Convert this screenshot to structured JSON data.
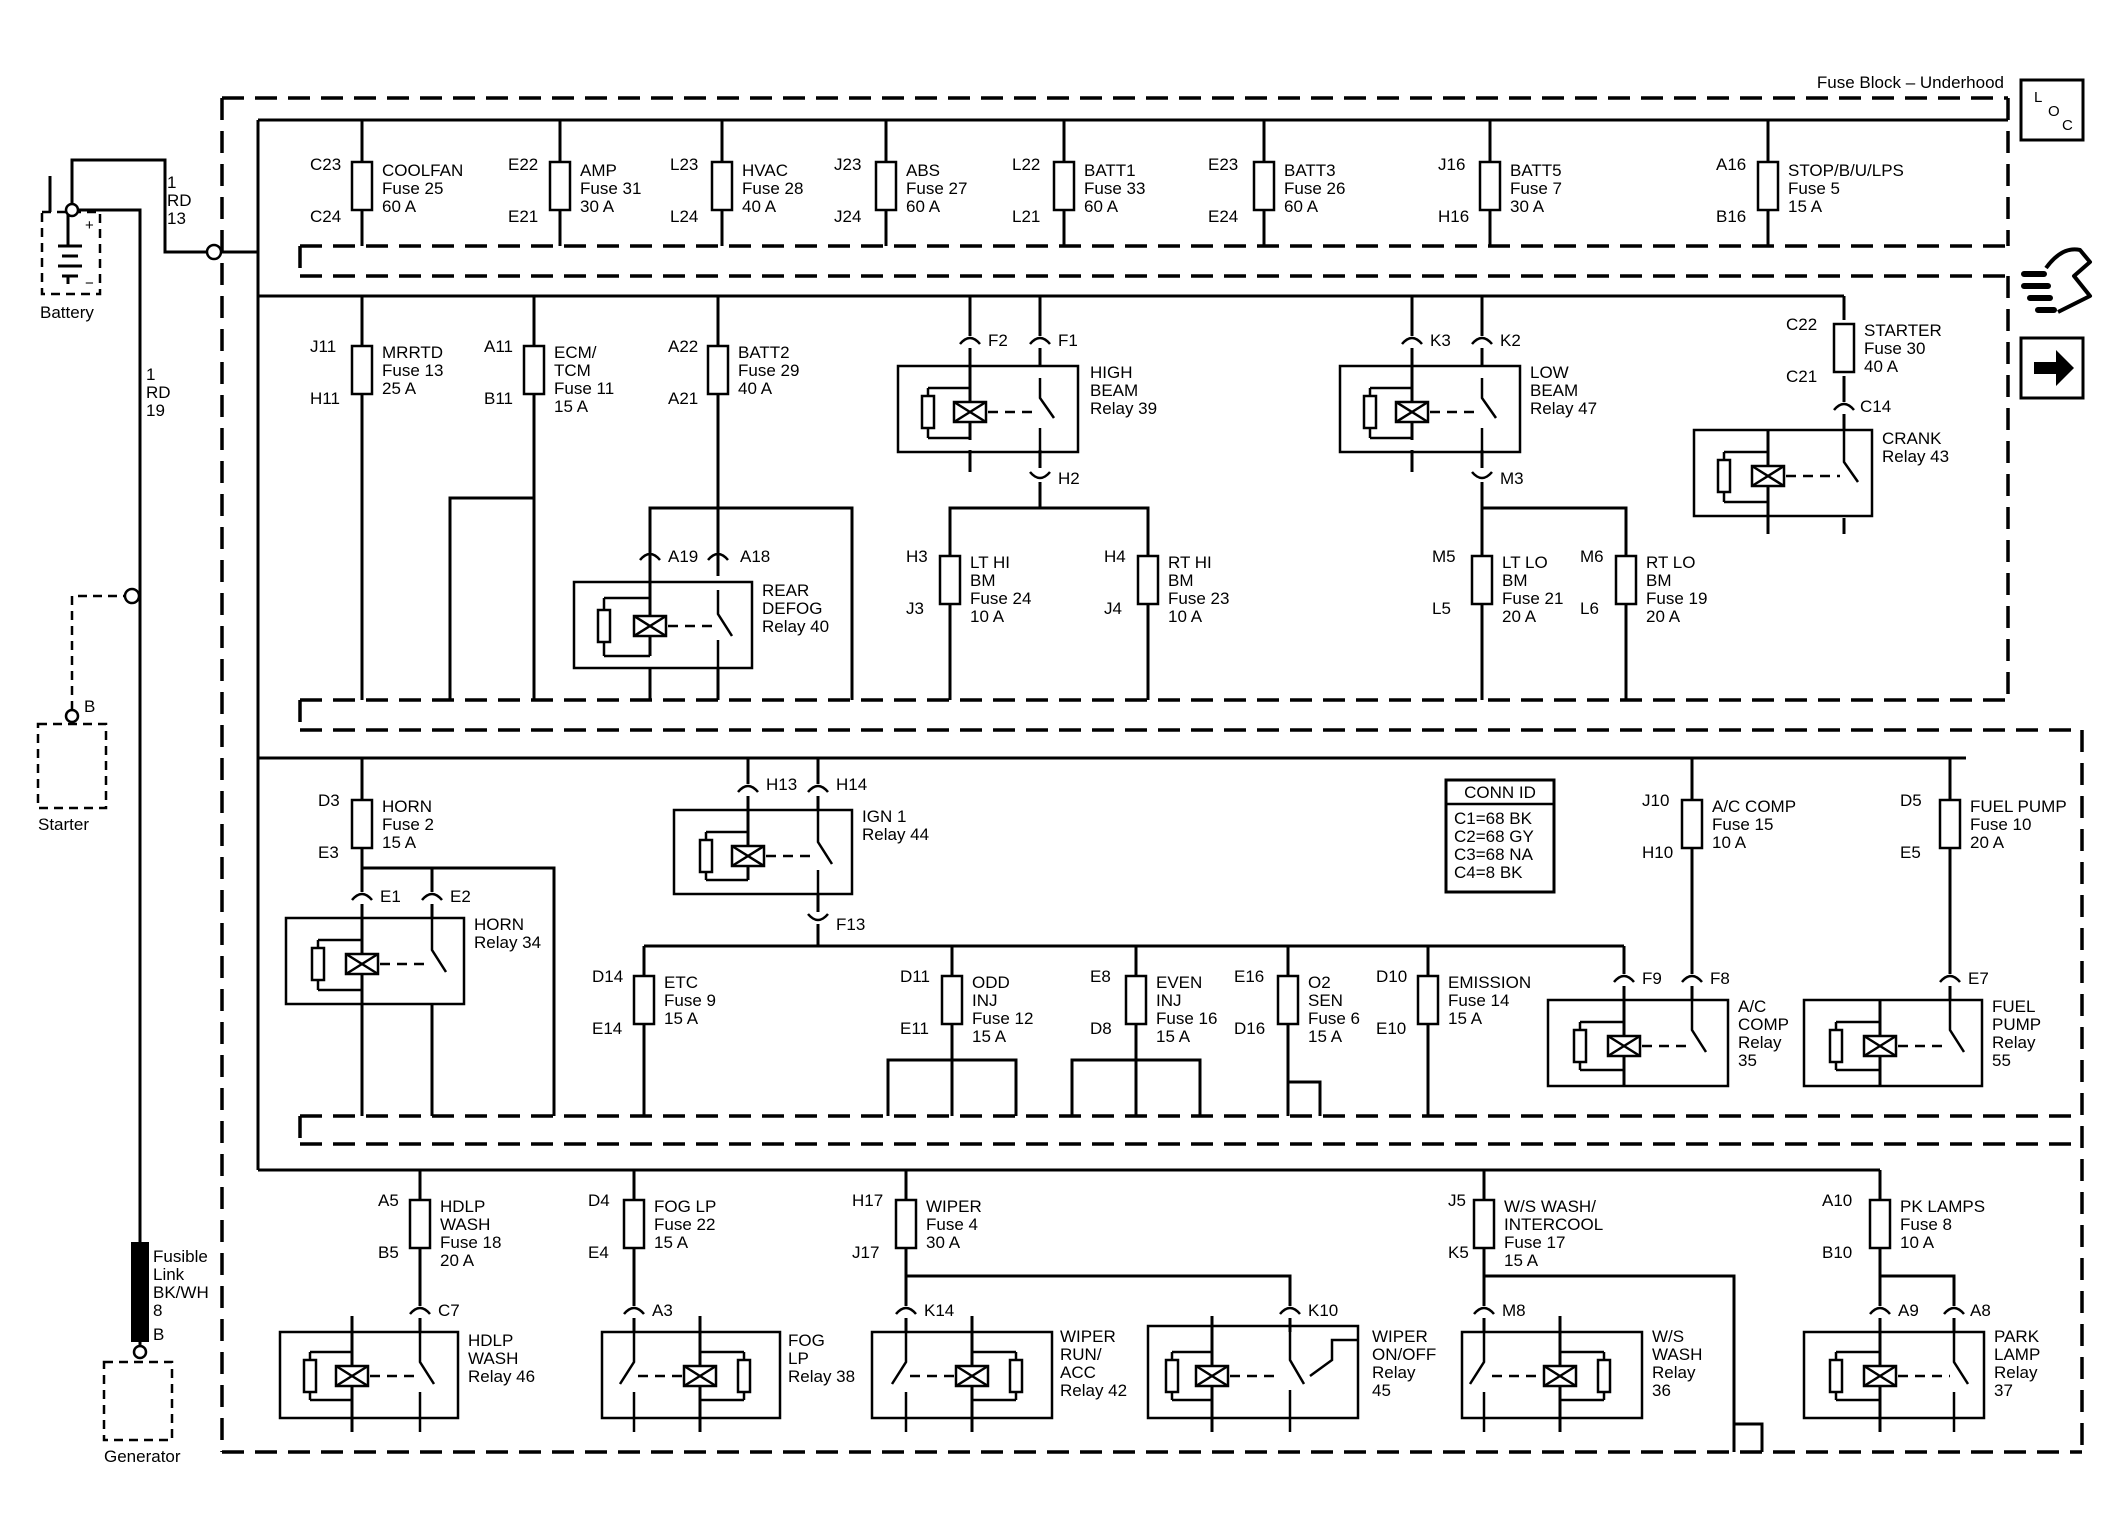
{
  "block_title": "Fuse Block – Underhood",
  "loc_badge": [
    "L",
    "O",
    "C"
  ],
  "icons": [
    "loc-icon",
    "hand-pointer-icon",
    "arrow-right-icon",
    "battery-icon",
    "starter-icon",
    "generator-icon"
  ],
  "components": {
    "battery": "Battery",
    "starter": "Starter",
    "generator": "Generator",
    "starter_term": "B",
    "gen_term": "B",
    "wire_top": [
      "1",
      "RD",
      "13"
    ],
    "wire_side": [
      "1",
      "RD",
      "19"
    ],
    "fusible_link": [
      "Fusible",
      "Link",
      "BK/WH",
      "8"
    ],
    "conn_id": [
      "CONN ID",
      "C1=68 BK",
      "C2=68 GY",
      "C3=68 NA",
      "C4=8 BK"
    ]
  },
  "fuses": [
    {
      "id": "f-coolfan",
      "top": "C23",
      "bot": "C24",
      "label": [
        "COOLFAN",
        "Fuse 25",
        "60 A"
      ]
    },
    {
      "id": "f-amp",
      "top": "E22",
      "bot": "E21",
      "label": [
        "AMP",
        "Fuse 31",
        "30 A"
      ]
    },
    {
      "id": "f-hvac",
      "top": "L23",
      "bot": "L24",
      "label": [
        "HVAC",
        "Fuse 28",
        "40 A"
      ]
    },
    {
      "id": "f-abs",
      "top": "J23",
      "bot": "J24",
      "label": [
        "ABS",
        "Fuse 27",
        "60 A"
      ]
    },
    {
      "id": "f-batt1",
      "top": "L22",
      "bot": "L21",
      "label": [
        "BATT1",
        "Fuse 33",
        "60 A"
      ]
    },
    {
      "id": "f-batt3",
      "top": "E23",
      "bot": "E24",
      "label": [
        "BATT3",
        "Fuse 26",
        "60 A"
      ]
    },
    {
      "id": "f-batt5",
      "top": "J16",
      "bot": "H16",
      "label": [
        "BATT5",
        "Fuse 7",
        "30 A"
      ]
    },
    {
      "id": "f-stop",
      "top": "A16",
      "bot": "B16",
      "label": [
        "STOP/B/U/LPS",
        "Fuse 5",
        "15 A"
      ]
    },
    {
      "id": "f-mrrtd",
      "top": "J11",
      "bot": "H11",
      "label": [
        "MRRTD",
        "Fuse 13",
        "25 A"
      ]
    },
    {
      "id": "f-ecm",
      "top": "A11",
      "bot": "B11",
      "label": [
        "ECM/",
        "TCM",
        "Fuse 11",
        "15 A"
      ]
    },
    {
      "id": "f-batt2",
      "top": "A22",
      "bot": "A21",
      "label": [
        "BATT2",
        "Fuse 29",
        "40 A"
      ]
    },
    {
      "id": "f-starter",
      "top": "C22",
      "bot": "C21",
      "label": [
        "STARTER",
        "Fuse 30",
        "40 A"
      ]
    },
    {
      "id": "f-lthi",
      "top": "H3",
      "bot": "J3",
      "label": [
        "LT HI",
        "BM",
        "Fuse 24",
        "10 A"
      ]
    },
    {
      "id": "f-rthi",
      "top": "H4",
      "bot": "J4",
      "label": [
        "RT HI",
        "BM",
        "Fuse 23",
        "10 A"
      ]
    },
    {
      "id": "f-ltlo",
      "top": "M5",
      "bot": "L5",
      "label": [
        "LT LO",
        "BM",
        "Fuse 21",
        "20 A"
      ]
    },
    {
      "id": "f-rtlo",
      "top": "M6",
      "bot": "L6",
      "label": [
        "RT LO",
        "BM",
        "Fuse 19",
        "20 A"
      ]
    },
    {
      "id": "f-horn",
      "top": "D3",
      "bot": "E3",
      "label": [
        "HORN",
        "Fuse 2",
        "15 A"
      ]
    },
    {
      "id": "f-etc",
      "top": "D14",
      "bot": "E14",
      "label": [
        "ETC",
        "Fuse 9",
        "15 A"
      ]
    },
    {
      "id": "f-oddinj",
      "top": "D11",
      "bot": "E11",
      "label": [
        "ODD",
        "INJ",
        "Fuse 12",
        "15 A"
      ]
    },
    {
      "id": "f-eveninj",
      "top": "E8",
      "bot": "D8",
      "label": [
        "EVEN",
        "INJ",
        "Fuse 16",
        "15 A"
      ]
    },
    {
      "id": "f-o2sen",
      "top": "E16",
      "bot": "D16",
      "label": [
        "O2",
        "SEN",
        "Fuse 6",
        "15 A"
      ]
    },
    {
      "id": "f-emission",
      "top": "D10",
      "bot": "E10",
      "label": [
        "EMISSION",
        "Fuse 14",
        "15 A"
      ]
    },
    {
      "id": "f-accomp",
      "top": "J10",
      "bot": "H10",
      "label": [
        "A/C COMP",
        "Fuse 15",
        "10 A"
      ]
    },
    {
      "id": "f-fuelpump",
      "top": "D5",
      "bot": "E5",
      "label": [
        "FUEL PUMP",
        "Fuse 10",
        "20 A"
      ]
    },
    {
      "id": "f-hdlpwash",
      "top": "A5",
      "bot": "B5",
      "label": [
        "HDLP",
        "WASH",
        "Fuse 18",
        "20 A"
      ]
    },
    {
      "id": "f-foglp",
      "top": "D4",
      "bot": "E4",
      "label": [
        "FOG LP",
        "Fuse 22",
        "15 A"
      ]
    },
    {
      "id": "f-wiper",
      "top": "H17",
      "bot": "J17",
      "label": [
        "WIPER",
        "Fuse 4",
        "30 A"
      ]
    },
    {
      "id": "f-wswash",
      "top": "J5",
      "bot": "K5",
      "label": [
        "W/S WASH/",
        "INTERCOOL",
        "Fuse 17",
        "15 A"
      ]
    },
    {
      "id": "f-pklamps",
      "top": "A10",
      "bot": "B10",
      "label": [
        "PK LAMPS",
        "Fuse 8",
        "10 A"
      ]
    }
  ],
  "relays": [
    {
      "id": "r-highbeam",
      "label": [
        "HIGH",
        "BEAM",
        "Relay 39"
      ],
      "pins": [
        "F2",
        "F1",
        "H2"
      ]
    },
    {
      "id": "r-lowbeam",
      "label": [
        "LOW",
        "BEAM",
        "Relay 47"
      ],
      "pins": [
        "K3",
        "K2",
        "M3"
      ]
    },
    {
      "id": "r-crank",
      "label": [
        "CRANK",
        "Relay 43"
      ],
      "pins": [
        "C14"
      ]
    },
    {
      "id": "r-reardefog",
      "label": [
        "REAR",
        "DEFOG",
        "Relay 40"
      ],
      "pins": [
        "A19",
        "A18"
      ]
    },
    {
      "id": "r-ign1",
      "label": [
        "IGN 1",
        "Relay 44"
      ],
      "pins": [
        "H13",
        "H14",
        "F13"
      ]
    },
    {
      "id": "r-horn",
      "label": [
        "HORN",
        "Relay 34"
      ],
      "pins": [
        "E1",
        "E2"
      ]
    },
    {
      "id": "r-accomp",
      "label": [
        "A/C",
        "COMP",
        "Relay",
        "35"
      ],
      "pins": [
        "F9",
        "F8"
      ]
    },
    {
      "id": "r-fuelpump",
      "label": [
        "FUEL",
        "PUMP",
        "Relay",
        "55"
      ],
      "pins": [
        "E7"
      ]
    },
    {
      "id": "r-hdlpwash",
      "label": [
        "HDLP",
        "WASH",
        "Relay 46"
      ],
      "pins": [
        "C7"
      ]
    },
    {
      "id": "r-foglp",
      "label": [
        "FOG",
        "LP",
        "Relay 38"
      ],
      "pins": [
        "A3"
      ]
    },
    {
      "id": "r-wiperrun",
      "label": [
        "WIPER",
        "RUN/",
        "ACC",
        "Relay 42"
      ],
      "pins": [
        "K14"
      ]
    },
    {
      "id": "r-wiperonoff",
      "label": [
        "WIPER",
        "ON/OFF",
        "Relay",
        "45"
      ],
      "pins": [
        "K10"
      ]
    },
    {
      "id": "r-wswash",
      "label": [
        "W/S",
        "WASH",
        "Relay",
        "36"
      ],
      "pins": [
        "M8"
      ]
    },
    {
      "id": "r-parklamp",
      "label": [
        "PARK",
        "LAMP",
        "Relay",
        "37"
      ],
      "pins": [
        "A9",
        "A8"
      ]
    }
  ]
}
